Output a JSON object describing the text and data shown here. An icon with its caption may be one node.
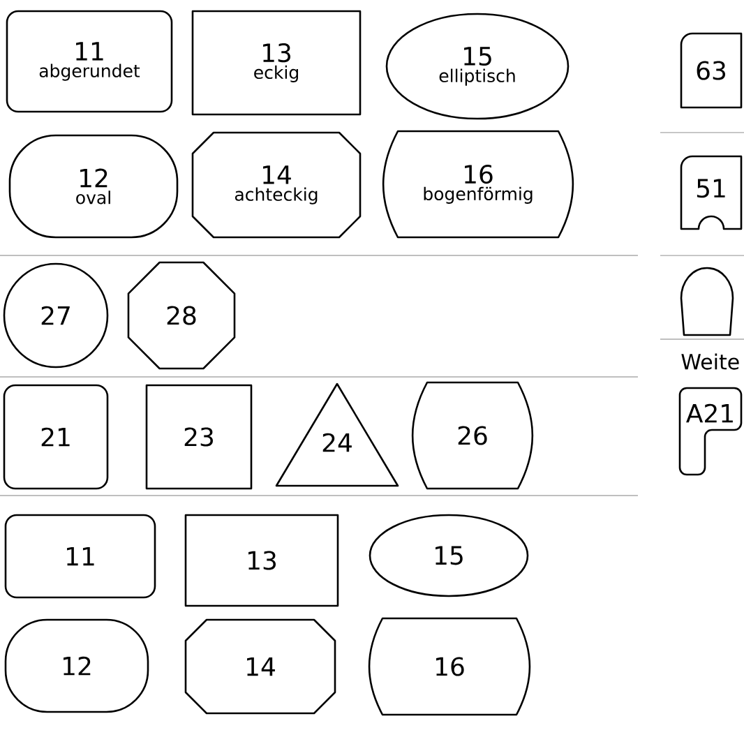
{
  "diagram": {
    "nodes": [
      {
        "text": [
          "11",
          "abgerundet"
        ]
      },
      {
        "text": [
          "13",
          "eckig"
        ]
      },
      {
        "text": [
          "15",
          "elliptisch"
        ]
      },
      {
        "text": [
          "63"
        ]
      },
      {
        "text": [
          "12",
          "oval"
        ]
      },
      {
        "text": [
          "14",
          "achteckig"
        ]
      },
      {
        "text": [
          "16",
          "bogenförmig"
        ]
      },
      {
        "text": [
          "51"
        ]
      },
      {
        "text": [
          "27"
        ]
      },
      {
        "text": [
          "28"
        ]
      },
      {
        "text": [],
        "shape": "arch"
      },
      {
        "text": [
          "21"
        ]
      },
      {
        "text": [
          "23"
        ]
      },
      {
        "text": [
          "24"
        ]
      },
      {
        "text": [
          "26"
        ]
      },
      {
        "text": [
          "A21"
        ]
      },
      {
        "text": [
          "11"
        ]
      },
      {
        "text": [
          "13"
        ]
      },
      {
        "text": [
          "15"
        ]
      },
      {
        "text": [
          "12"
        ]
      },
      {
        "text": [
          "14"
        ]
      },
      {
        "text": [
          "16"
        ]
      }
    ],
    "labels": [
      "Weite"
    ]
  }
}
